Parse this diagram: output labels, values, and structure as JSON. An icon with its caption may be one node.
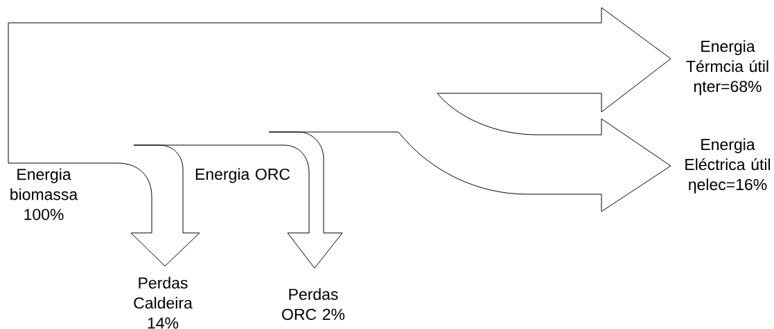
{
  "diagram": {
    "labels": [
      "Energia Térmcia útil ηter=68%",
      "Energia Eléctrica útil ηelec=16%",
      "Energia biomassa 100%",
      "Energia ORC",
      "Perdas Caldeira 14%",
      "Perdas ORC 2%"
    ]
  }
}
